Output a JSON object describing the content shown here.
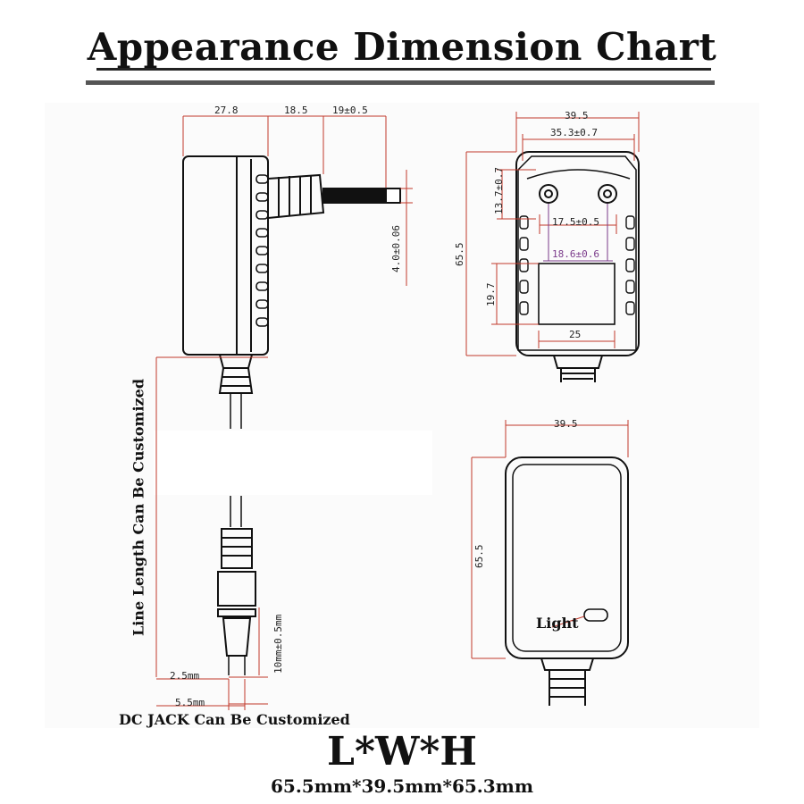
{
  "title": "Appearance Dimension Chart",
  "notes": {
    "line_length": "Line Length Can Be Customized",
    "dc_jack": "DC JACK Can Be Customized",
    "light": "Light"
  },
  "summary": {
    "label": "L*W*H",
    "value": "65.5mm*39.5mm*65.3mm"
  },
  "side_view": {
    "dim_body": "27.8",
    "dim_neck": "18.5",
    "dim_pin": "19±0.5",
    "dim_pin_dia": "4.0±0.06"
  },
  "front_view": {
    "dim_width": "39.5",
    "dim_inner": "35.3±0.7",
    "dim_pin_height": "13.7±0.7",
    "dim_pin_gap": "17.5±0.5",
    "dim_pin_outer": "18.6±0.6",
    "dim_height": "65.5",
    "dim_lower": "19.7",
    "dim_window": "25"
  },
  "back_view": {
    "dim_width": "39.5",
    "dim_height": "65.5"
  },
  "plug_view": {
    "dim_tip": "10mm±0.5mm",
    "dim_inner_dia": "2.5mm",
    "dim_outer_dia": "5.5mm"
  }
}
